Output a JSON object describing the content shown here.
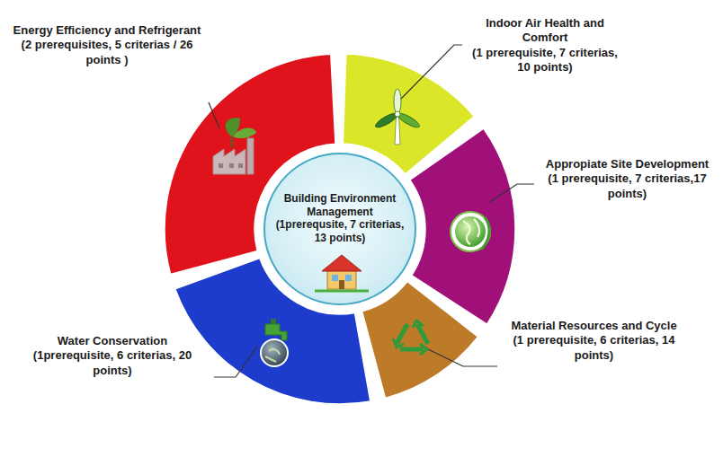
{
  "diagram": {
    "nodes": [
      {
        "text": [
          "Building Environment Management",
          "(1prerequsite, 7 criterias, 13 points)"
        ]
      }
    ],
    "labels": [
      "Energy Efficiency and Refrigerant",
      "(2 prerequisites, 5 criterias / 26 points )",
      "Indoor Air Health and Comfort",
      "(1 prerequisite, 7 criterias, 10 points)",
      "Appropiate Site Development",
      "(1 prerequisite, 7 criterias,17 points)",
      "Material Resources and Cycle",
      "(1 prerequisite, 6 criterias, 14 points)",
      "Water Conservation",
      "(1prerequisite, 6 criterias, 20 points)"
    ]
  }
}
